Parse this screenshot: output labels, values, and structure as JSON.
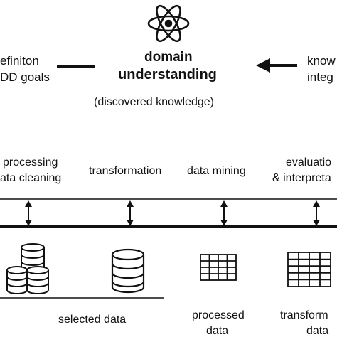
{
  "header": {
    "center_line1": "domain",
    "center_line2": "understanding",
    "center_sub": "(discovered  knowledge)",
    "left_line1": "efiniton",
    "left_line2": "DD goals",
    "right_line1": "know",
    "right_line2": "integ"
  },
  "stages": {
    "s1_line1": "processing",
    "s1_line2": "ata cleaning",
    "s2": "transformation",
    "s3": "data mining",
    "s4_line1": "evaluatio",
    "s4_line2": "& interpreta"
  },
  "outputs": {
    "selected": "selected data",
    "processed_line1": "processed",
    "processed_line2": "data",
    "transformed_line1": "transform",
    "transformed_line2": "data"
  },
  "icons": {
    "top": "atom-icon",
    "db_stack": "database-stack-icon",
    "db": "database-icon",
    "table": "table-icon",
    "table_large": "table-icon"
  }
}
